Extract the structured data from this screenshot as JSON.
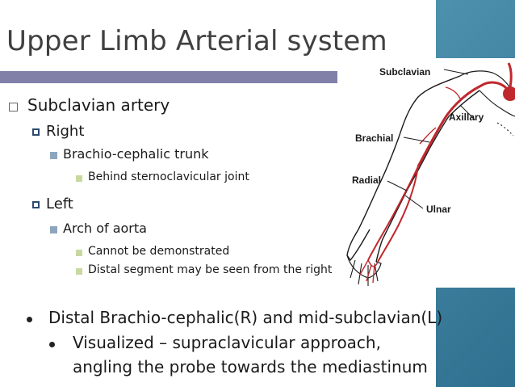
{
  "title": "Upper Limb Arterial system",
  "outline": {
    "subclavian": "Subclavian artery",
    "right": "Right",
    "brachio": "Brachio-cephalic trunk",
    "behind": "Behind sternoclavicular joint",
    "left": "Left",
    "arch": "Arch of aorta",
    "cannot": "Cannot be demonstrated",
    "distal_seg": "Distal segment may be seen from the right"
  },
  "notes": {
    "distal": "Distal Brachio-cephalic(R) and mid-subclavian(L)",
    "visualized": "Visualized – supraclavicular approach,",
    "angling": "angling the probe towards the mediastinum"
  },
  "figure_labels": {
    "subclavian": "Subclavian",
    "axillary": "Axillary",
    "brachial": "Brachial",
    "radial": "Radial",
    "ulnar": "Ulnar"
  },
  "colors": {
    "title_bar": "#8080a8",
    "artery": "#c0282d",
    "background": "#4f93b0"
  }
}
